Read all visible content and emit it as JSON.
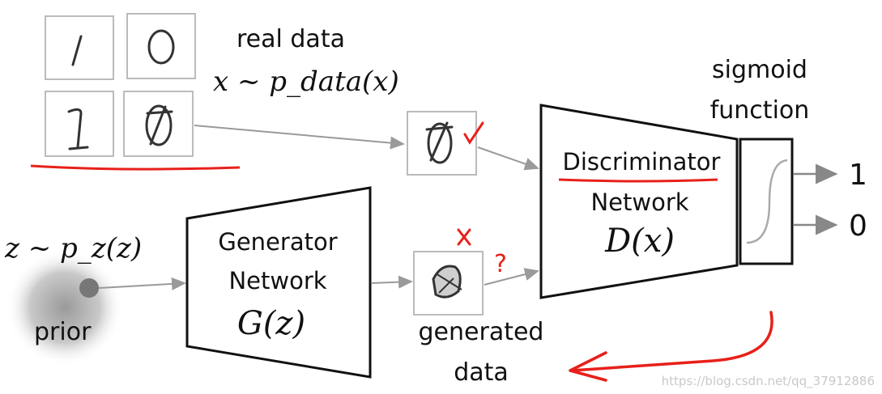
{
  "real_data": {
    "label": "real data",
    "formula": "x ~ p_data(x)"
  },
  "prior": {
    "formula": "z ~ p_z(z)",
    "label": "prior"
  },
  "generator": {
    "title_line1": "Generator",
    "title_line2": "Network",
    "formula": "G(z)"
  },
  "generated": {
    "label_line1": "generated",
    "label_line2": "data"
  },
  "discriminator": {
    "title_line1": "Discriminator",
    "title_line2": "Network",
    "formula": "D(x)"
  },
  "sigmoid": {
    "label_line1": "sigmoid",
    "label_line2": "function"
  },
  "outputs": [
    "1",
    "0"
  ],
  "samples": [
    "/",
    "0",
    "1",
    "0"
  ],
  "annotations": {
    "check": "✓",
    "cross": "×",
    "question": "?",
    "accent_color": "#e8201a"
  },
  "watermark": "https://blog.csdn.net/qq_37912886"
}
